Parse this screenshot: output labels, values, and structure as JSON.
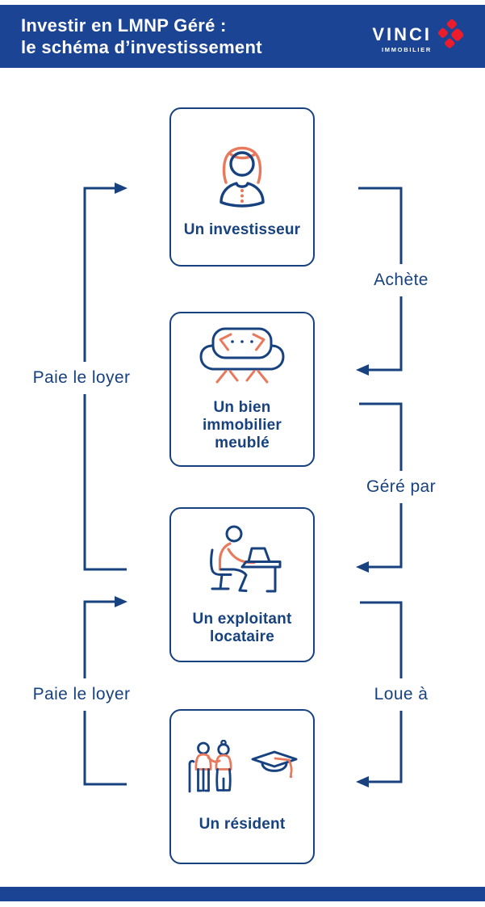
{
  "header": {
    "title": "Investir en LMNP Géré :\nle schéma d’investissement",
    "logo": {
      "brand": "VINCI",
      "subtitle": "IMMOBILIER"
    }
  },
  "nodes": [
    {
      "label": "Un investisseur",
      "icon": "investor-icon"
    },
    {
      "label": "Un bien\nimmobilier\nmeublé",
      "icon": "sofa-icon"
    },
    {
      "label": "Un exploitant\nlocataire",
      "icon": "person-at-desk-icon"
    },
    {
      "label": "Un résident",
      "icon": "residents-icon"
    }
  ],
  "flows": [
    {
      "label": "Achète",
      "from": "Un investisseur",
      "to": "Un bien immobilier meublé",
      "side": "right"
    },
    {
      "label": "Géré par",
      "from": "Un bien immobilier meublé",
      "to": "Un exploitant locataire",
      "side": "right"
    },
    {
      "label": "Loue à",
      "from": "Un exploitant locataire",
      "to": "Un résident",
      "side": "right"
    },
    {
      "label": "Paie le loyer",
      "from": "Un exploitant locataire",
      "to": "Un investisseur",
      "side": "left"
    },
    {
      "label": "Paie le loyer",
      "from": "Un résident",
      "to": "Un exploitant locataire",
      "side": "left"
    }
  ],
  "colors": {
    "brand_blue": "#1b4594",
    "line_blue": "#17427f",
    "coral": "#e8795c",
    "logo_red": "#ec1c2d",
    "background": "#ffffff"
  }
}
